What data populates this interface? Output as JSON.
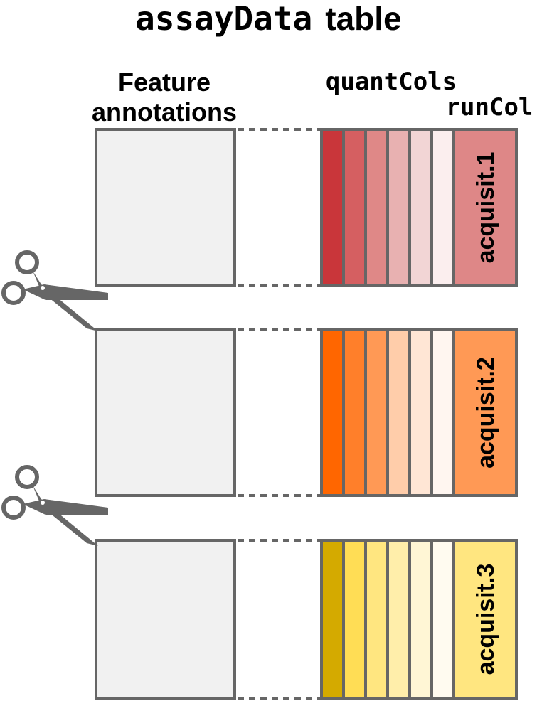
{
  "title": {
    "code": "assayData",
    "word": "table"
  },
  "labels": {
    "features": [
      "Feature",
      "annotations"
    ],
    "quant": "quantCols",
    "run": "runCol"
  },
  "runs": [
    {
      "label": "acquisit.1",
      "quant_colors": [
        "#c9363a",
        "#d55f61",
        "#df8887",
        "#e8b1b1",
        "#f2d5d5",
        "#fbeeee"
      ],
      "run_color": "#de8787"
    },
    {
      "label": "acquisit.2",
      "quant_colors": [
        "#ff6600",
        "#ff7f2a",
        "#ff9955",
        "#ffcdaa",
        "#ffe6d5",
        "#fff6f0"
      ],
      "run_color": "#ff9955"
    },
    {
      "label": "acquisit.3",
      "quant_colors": [
        "#d4aa00",
        "#ffdd55",
        "#ffe680",
        "#ffeeaa",
        "#fff6d5",
        "#fffbf0"
      ],
      "run_color": "#ffe680"
    }
  ],
  "icons": [
    "scissors-icon",
    "scissors-icon"
  ],
  "colors": {
    "outline": "#666666",
    "feature_fill": "#f1f1f1"
  }
}
